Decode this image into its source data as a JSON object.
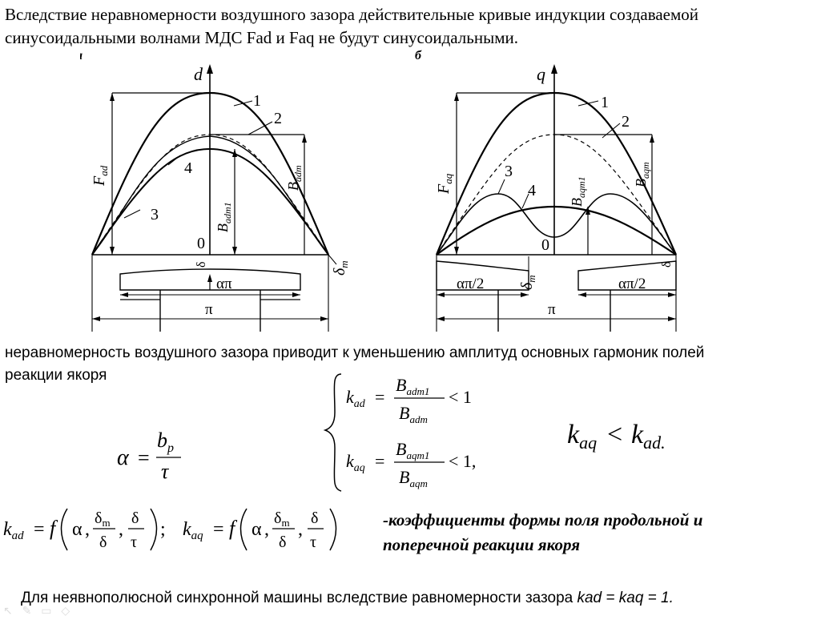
{
  "intro": {
    "line1": "Вследствие неравномерности воздушного зазора действительные кривые индукции создаваемой",
    "line2": "синусоидальными волнами МДС Fad и Faq не будут синусоидальными."
  },
  "figure_a": {
    "panel_label": "а",
    "axis_label": "d",
    "curve_labels": [
      "1",
      "2",
      "3",
      "4"
    ],
    "fmax_label": "F",
    "fmax_sub": "ad",
    "b1_label": "B",
    "b1_sub": "adm1",
    "bm_label": "B",
    "bm_sub": "adm",
    "origin_label": "0",
    "delta_label": "δ",
    "delta_m_label": "δ",
    "delta_m_sub": "m",
    "alpha_pi_label": "απ",
    "pi_label": "π"
  },
  "figure_b": {
    "panel_label": "б",
    "axis_label": "q",
    "curve_labels": [
      "1",
      "2",
      "3",
      "4"
    ],
    "fmax_label": "F",
    "fmax_sub": "aq",
    "b1_label": "B",
    "b1_sub": "aqm1",
    "bm_label": "B",
    "bm_sub": "aqm",
    "origin_label": "0",
    "delta_label": "δ",
    "delta_m_label": "δ",
    "delta_m_sub": "m",
    "alpha_pi_half_left": "απ/2",
    "alpha_pi_half_right": "απ/2",
    "pi_label": "π"
  },
  "para2": {
    "line1": "неравномерность воздушного зазора приводит к уменьшению амплитуд основных гармоник полей",
    "line2": "реакции якоря"
  },
  "formulas": {
    "alpha": {
      "lhs": "α",
      "eq": "=",
      "num": "b",
      "num_sub": "p",
      "den": "τ"
    },
    "kad": {
      "k": "k",
      "k_sub": "ad",
      "eq": "=",
      "num": "B",
      "num_sub": "adm1",
      "den": "B",
      "den_sub": "adm",
      "rel": "< 1"
    },
    "kaq": {
      "k": "k",
      "k_sub": "aq",
      "eq": "=",
      "num": "B",
      "num_sub": "aqm1",
      "den": "B",
      "den_sub": "aqm",
      "rel": "< 1,"
    },
    "compare": {
      "left": "k",
      "left_sub": "aq",
      "rel": "<",
      "right": "k",
      "right_sub": "ad",
      "dot": "."
    },
    "functional": {
      "kad": "k",
      "kad_sub": "ad",
      "f": "f",
      "alpha": "α",
      "delta_m": "δ",
      "delta_m_sub": "m",
      "delta": "δ",
      "tau": "τ",
      "sep": ";",
      "kaq": "k",
      "kaq_sub": "aq"
    }
  },
  "caption": {
    "line1": "-коэффициенты формы поля продольной и",
    "line2": "поперечной реакции якоря"
  },
  "final": {
    "text": "Для неявнополюсной синхронной машины вследствие равномерности зазора ",
    "eq": "kad = kaq = 1."
  },
  "toolbar_ghost": "↖ ✎ ▭ ◇"
}
